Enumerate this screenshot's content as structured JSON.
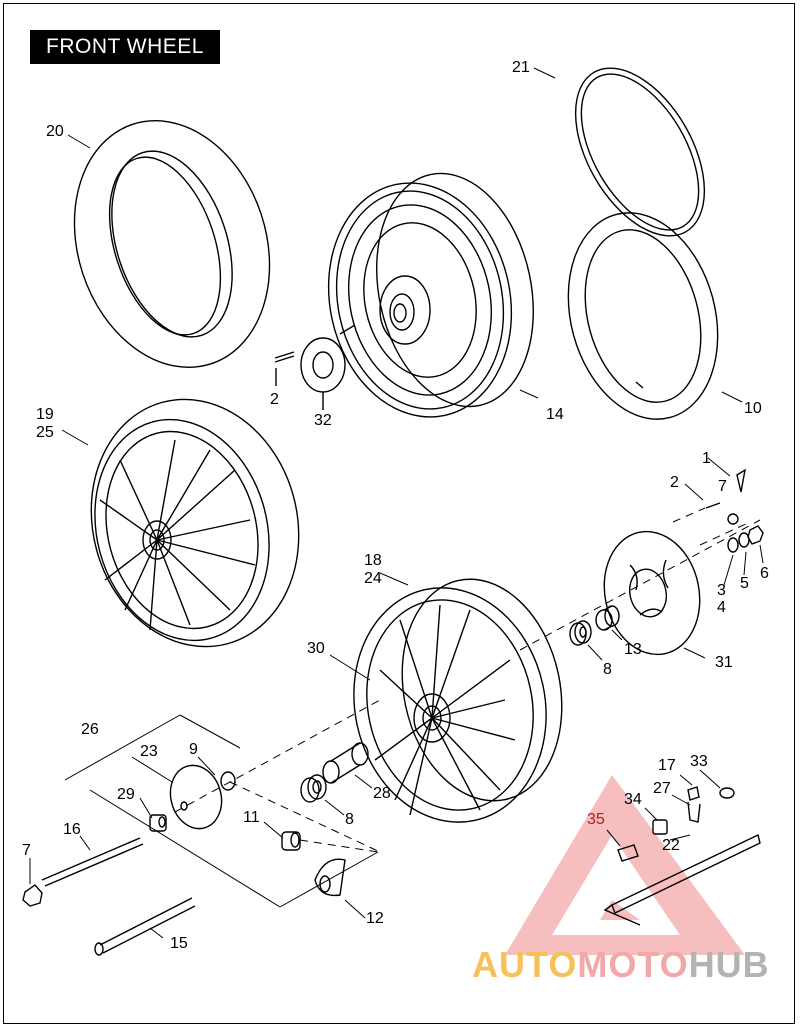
{
  "title": "FRONT WHEEL",
  "callouts": {
    "c1": "1",
    "c2a": "2",
    "c2b": "2",
    "c3": "3",
    "c4": "4",
    "c5": "5",
    "c6": "6",
    "c7a": "7",
    "c7b": "7",
    "c8a": "8",
    "c8b": "8",
    "c9": "9",
    "c10": "10",
    "c11": "11",
    "c12": "12",
    "c13": "13",
    "c14": "14",
    "c15": "15",
    "c16": "16",
    "c17": "17",
    "c18": "18",
    "c19": "19",
    "c20": "20",
    "c21": "21",
    "c22": "22",
    "c23": "23",
    "c24": "24",
    "c25": "25",
    "c26": "26",
    "c27": "27",
    "c28": "28",
    "c29": "29",
    "c30": "30",
    "c31": "31",
    "c32": "32",
    "c33": "33",
    "c34": "34",
    "c35": "35"
  },
  "watermark": {
    "part1": "AUTO",
    "part2": "MOTO",
    "part3": "HUB"
  },
  "colors": {
    "ink": "#000000",
    "watermark_red": "#e23a3a",
    "watermark_orange": "#f6c15a",
    "watermark_grey": "#b3b3b3"
  }
}
